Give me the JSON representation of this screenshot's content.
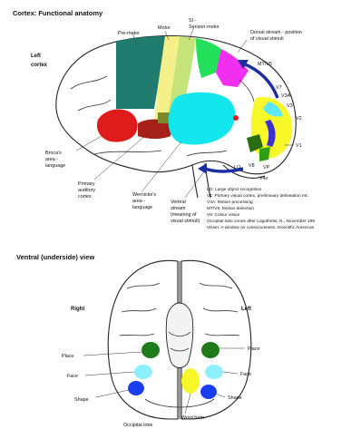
{
  "top_title": "Cortex: Functional anatomy",
  "lateral": {
    "side_label_1": "Left",
    "side_label_2": "cortex",
    "areas": {
      "premotor": "Pre-motor",
      "motor": "Motor",
      "somato_1": "SI -",
      "somato_2": "Sensori-motor",
      "dorsal_1": "Dorsal stream - position",
      "dorsal_2": "of visual stimuli",
      "mtv5": "MT/V5",
      "v7": "V7",
      "v3a": "V3A",
      "v3": "V3",
      "v2": "V2",
      "v1": "V1",
      "lo": "LO",
      "v8": "V8",
      "vp": "VP",
      "v4v": "V4v",
      "broca_1": "Broca's",
      "broca_2": "area -",
      "broca_3": "language",
      "aud_1": "Primary",
      "aud_2": "auditory",
      "aud_3": "cortex",
      "wern_1": "Wernicke's",
      "wern_2": "area -",
      "wern_3": "language",
      "ventral_1": "Ventral",
      "ventral_2": "stream",
      "ventral_3": "(meaning of",
      "ventral_4": "visual stimuli)"
    },
    "notes": [
      "LO: Large object recognition",
      "V1: Primary visual cortex, preliminary delineation etc.",
      "V3A: Motion processing",
      "MT/V5: Motion detection",
      "V8: Colour vision",
      "Occipital lobe zones after Logothetis, N., November 199",
      "Vision: A window on consciousness.  Scientific American"
    ]
  },
  "ventral": {
    "title": "Ventral (underside) view",
    "right_label": "Right",
    "left_label": "Left",
    "labels": {
      "place_r": "Place",
      "face_r": "Face",
      "shape_r": "Shape",
      "place_l": "Place",
      "face_l": "Face",
      "shape_l": "Shape",
      "word_form": "Word form",
      "occipital": "Occipital lobe"
    }
  },
  "colors": {
    "premotor": "#1f7c6e",
    "motor": "#f5f08a",
    "somato": "#c6e37a",
    "parietal_green": "#22e05a",
    "parietal_pink": "#f22ef0",
    "broca": "#e01b1b",
    "auditory": "#a52018",
    "auditory_olive": "#7a8a2a",
    "wernicke": "#14e6ee",
    "v_yellow": "#f7f72a",
    "v_cyan": "#5fe6ff",
    "v_blue": "#3a2fd0",
    "v_dark_green": "#2a6d12",
    "v_green": "#30a010",
    "arrow_blue": "#1d2ea0",
    "place": "#1f7a1a",
    "face": "#8ef0ff",
    "shape": "#1b3df0",
    "word_form": "#f7f72a"
  }
}
